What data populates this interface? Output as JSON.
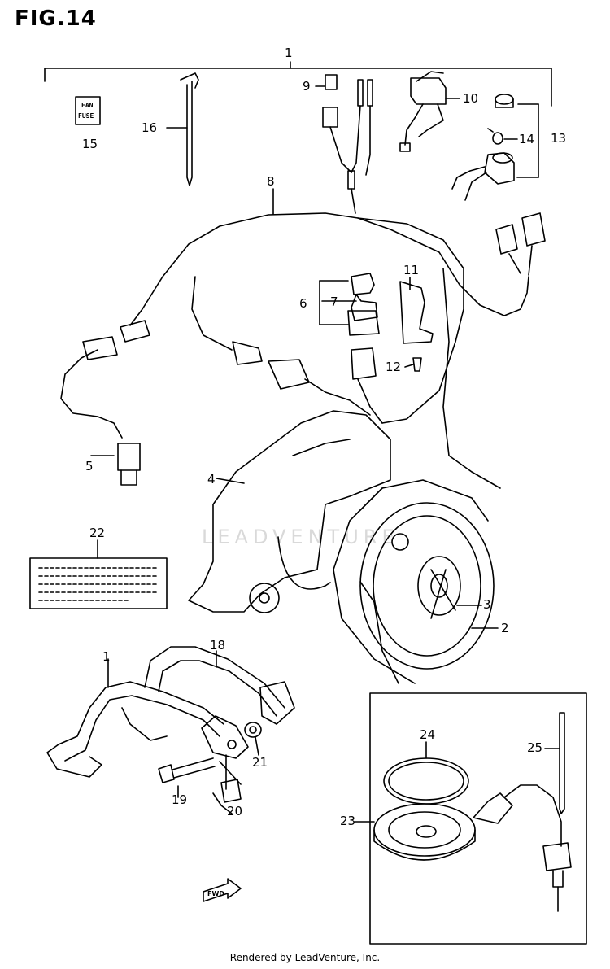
{
  "figure_title": "FIG.14",
  "callouts": [
    {
      "id": "1",
      "label": "1"
    },
    {
      "id": "2",
      "label": "2"
    },
    {
      "id": "3",
      "label": "3"
    },
    {
      "id": "4",
      "label": "4"
    },
    {
      "id": "5",
      "label": "5"
    },
    {
      "id": "6",
      "label": "6"
    },
    {
      "id": "7",
      "label": "7"
    },
    {
      "id": "8",
      "label": "8"
    },
    {
      "id": "9",
      "label": "9"
    },
    {
      "id": "10",
      "label": "10"
    },
    {
      "id": "11",
      "label": "11"
    },
    {
      "id": "12",
      "label": "12"
    },
    {
      "id": "13",
      "label": "13"
    },
    {
      "id": "14",
      "label": "14"
    },
    {
      "id": "15",
      "label": "15"
    },
    {
      "id": "16",
      "label": "16"
    },
    {
      "id": "17",
      "label": "1"
    },
    {
      "id": "18",
      "label": "18"
    },
    {
      "id": "19",
      "label": "19"
    },
    {
      "id": "20",
      "label": "20"
    },
    {
      "id": "21",
      "label": "21"
    },
    {
      "id": "22",
      "label": "22"
    },
    {
      "id": "23",
      "label": "23"
    },
    {
      "id": "24",
      "label": "24"
    },
    {
      "id": "25",
      "label": "25"
    }
  ],
  "fuse_label": {
    "line1": "FAN",
    "line2": "FUSE"
  },
  "fwd_arrow_label": "FWD",
  "watermark": "LEADVENTURE",
  "footer": "Rendered by LeadVenture, Inc."
}
